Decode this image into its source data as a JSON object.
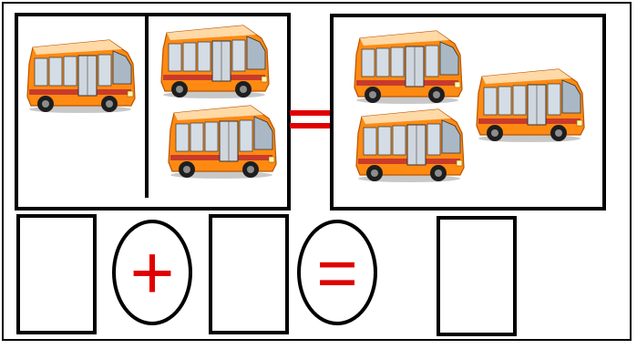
{
  "worksheet": {
    "type": "picture-addition-exercise",
    "left_group": {
      "part_a_count": 1,
      "part_b_count": 2
    },
    "right_group": {
      "total_count": 3
    },
    "equation_row": {
      "operator_symbol": "+",
      "equals_symbol": "="
    }
  },
  "icon": {
    "name": "bus-icon"
  },
  "colors": {
    "border": "#000000",
    "accent_red": "#e00000",
    "bus_body": "#ff8a12",
    "bus_top": "#ffd9a6",
    "bus_stripe": "#c83b2b",
    "bus_window": "#d4dde6",
    "bus_tire": "#1e1e1e"
  }
}
